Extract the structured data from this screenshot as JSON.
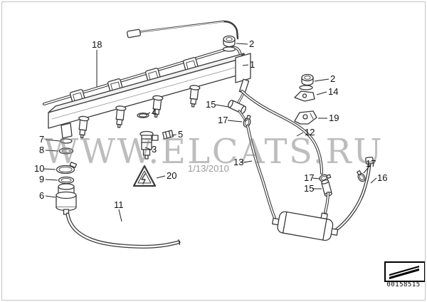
{
  "watermark": {
    "site": "WWW.ELCATS.RU",
    "date": "1/13/2010"
  },
  "stamp": {
    "number": "00158515"
  },
  "callouts": [
    {
      "text": "18"
    },
    {
      "text": "2"
    },
    {
      "text": "1"
    },
    {
      "text": "2"
    },
    {
      "text": "14"
    },
    {
      "text": "15"
    },
    {
      "text": "17"
    },
    {
      "text": "19"
    },
    {
      "text": "4"
    },
    {
      "text": "12"
    },
    {
      "text": "5"
    },
    {
      "text": "3"
    },
    {
      "text": "13"
    },
    {
      "text": "7"
    },
    {
      "text": "8"
    },
    {
      "text": "10"
    },
    {
      "text": "9"
    },
    {
      "text": "6"
    },
    {
      "text": "20"
    },
    {
      "text": "17"
    },
    {
      "text": "17"
    },
    {
      "text": "15"
    },
    {
      "text": "16"
    },
    {
      "text": "11"
    }
  ],
  "icons": {
    "stamp_flag_icon": "black-angled-flag",
    "warning_triangle_icon": "warning-triangle"
  },
  "colors": {
    "line": "#3a3a3a",
    "leader": "#222222",
    "watermark": "#7d7d7d",
    "label": "#111111",
    "frame": "#c4c4c4",
    "background": "#ffffff",
    "stamp_border": "#000000"
  }
}
